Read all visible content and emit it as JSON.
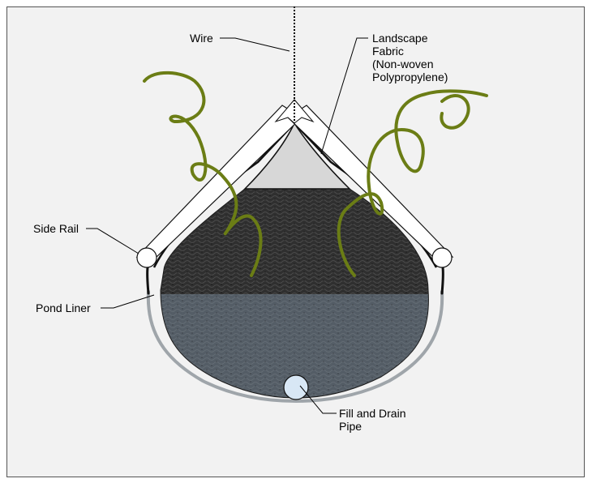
{
  "labels": {
    "wire": "Wire",
    "landscape_fabric": [
      "Landscape",
      "Fabric",
      "(Non-woven",
      "Polypropylene)"
    ],
    "side_rail": "Side Rail",
    "pond_liner": "Pond Liner",
    "fill_drain_pipe": [
      "Fill and Drain",
      "Pipe"
    ]
  },
  "colors": {
    "background": "#f2f2f2",
    "frame": "#555555",
    "side_rail": "#ffffff",
    "fabric": "#d7d7d7",
    "soil": "#2f2f2f",
    "water": "#545d66",
    "liner_upper": "#111111",
    "liner_lower": "#9fa5aa",
    "pipe": "#d8e7f5",
    "vine": "#6b7d15"
  }
}
